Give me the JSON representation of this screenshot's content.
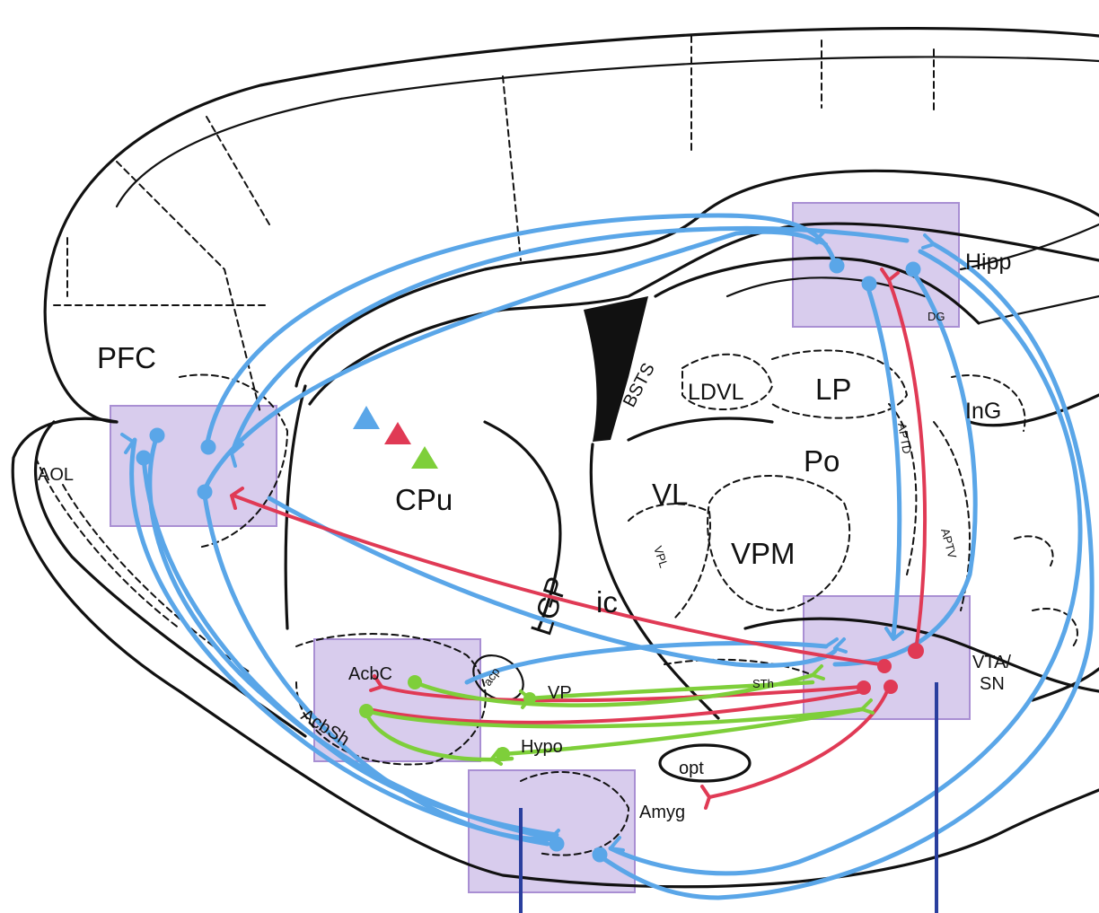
{
  "labels": {
    "pfc": "PFC",
    "aol": "AOL",
    "cpu": "CPu",
    "hipp": "Hipp",
    "dg": "DG",
    "bsts": "BSTS",
    "ldvl": "LDVL",
    "lp": "LP",
    "ing": "InG",
    "po": "Po",
    "vl": "VL",
    "vpm": "VPM",
    "vpl": "VPL",
    "aptd": "APTD",
    "aptv": "APTV",
    "lgp": "LGP",
    "ic": "ic",
    "acbc": "AcbC",
    "acbsh": "AcbSh",
    "acp": "acp",
    "vp": "VP",
    "sth": "STh",
    "vta_line1": "VTA/",
    "vta_line2": "SN",
    "hypo": "Hypo",
    "opt": "opt",
    "amyg": "Amyg"
  },
  "colors": {
    "blue": "#5aa6e8",
    "red": "#e03a55",
    "green": "#7ecf3a",
    "box": "#c9b8e6",
    "rod": "#2a3f9e"
  },
  "legend_markers": [
    "blue-triangle",
    "red-triangle",
    "green-triangle"
  ]
}
